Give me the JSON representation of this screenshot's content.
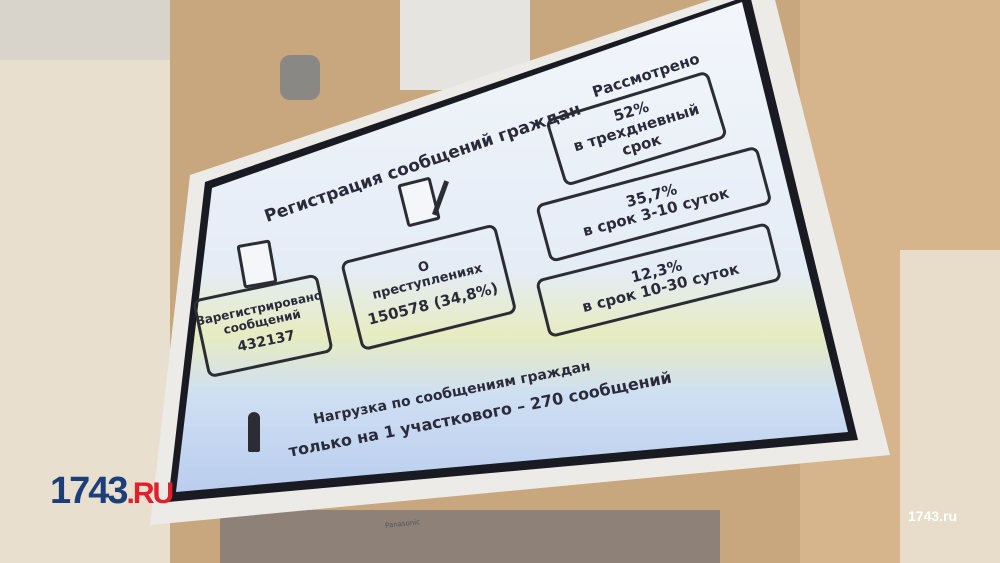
{
  "slide": {
    "title": "Регистрация сообщений граждан",
    "registered": {
      "line1": "Зарегистрировано",
      "line2": "сообщений",
      "value": "432137"
    },
    "crimes": {
      "line1": "О",
      "line2": "преступлениях",
      "value": "150578 (34,8%)"
    },
    "reviewed_label": "Рассмотрено",
    "outcomes": [
      {
        "percent": "52%",
        "line1": "в трехдневный",
        "line2": "срок"
      },
      {
        "percent": "35,7%",
        "line1": "в срок 3-10 суток",
        "line2": ""
      },
      {
        "percent": "12,3%",
        "line1": "в срок 10-30 суток",
        "line2": ""
      }
    ],
    "load_line1": "Нагрузка по сообщениям граждан",
    "load_line2": "только на 1 участкового – 270 сообщений"
  },
  "tv_brand": "Panasonic",
  "logo": {
    "main": "1743",
    "suffix": ".RU"
  },
  "watermark": "1743.ru",
  "colors": {
    "logo_blue": "#1c3f7a",
    "logo_red": "#e0202a"
  }
}
